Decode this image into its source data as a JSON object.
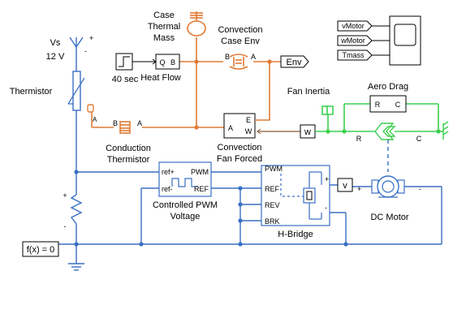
{
  "labels": {
    "vs": "Vs",
    "vs_value": "12 V",
    "case_thermal_mass": [
      "Case",
      "Thermal",
      "Mass"
    ],
    "convection_case_env": [
      "Convection",
      "Case Env"
    ],
    "heat_flow": "Heat Flow",
    "step_time": "40 sec",
    "env": "Env",
    "thermistor": "Thermistor",
    "fan_inertia": "Fan Inertia",
    "aero_drag": "Aero Drag",
    "conduction_thermistor": [
      "Conduction",
      "Thermistor"
    ],
    "convection_fan_forced": [
      "Convection",
      "Fan Forced"
    ],
    "controlled_pwm_voltage": [
      "Controlled PWM",
      "Voltage"
    ],
    "h_bridge": "H-Bridge",
    "dc_motor": "DC Motor",
    "fx": "f(x) = 0",
    "scope_inputs": [
      "vMotor",
      "wMotor",
      "Tmass"
    ],
    "w_block": "w",
    "v_block": "v"
  },
  "ports": {
    "qb_q": "Q",
    "qb_b": "B",
    "conv_b": "B",
    "conv_a": "A",
    "cond_b": "B",
    "cond_a": "A",
    "fan_a": "A",
    "fan_e": "E",
    "fan_w": "W",
    "drag_r": "R",
    "drag_c": "C",
    "mech_r": "R",
    "mech_c": "C",
    "pwm_ref_plus": "ref+",
    "pwm_ref_minus": "ref-",
    "pwm_pwm": "PWM",
    "pwm_ref": "REF",
    "hb_pwm": "PWM",
    "hb_ref": "REF",
    "hb_rev": "REV",
    "hb_brk": "BRK",
    "plus": "+",
    "minus": "-",
    "therm_a": "A"
  },
  "colors": {
    "thermal": "#e07a35",
    "electrical": "#3a6fc4",
    "mechanical": "#3ccf4e",
    "signal": "#000000",
    "wire_brown": "#8a5a3c"
  }
}
